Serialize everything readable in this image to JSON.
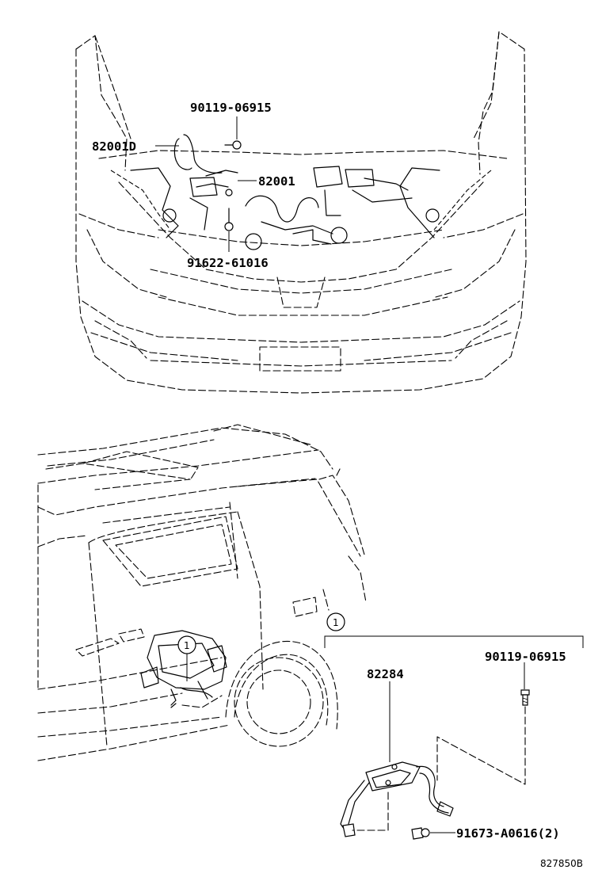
{
  "labels": {
    "p_90119_top": "90119-06915",
    "p_82001D": "82001D",
    "p_82001": "82001",
    "p_91622": "91622-61016",
    "p_82284": "82284",
    "p_90119_bottom": "90119-06915",
    "p_91673": "91673-A0616(2)",
    "callout_ref_1": "1",
    "callout_ref_2": "1",
    "diagram_code": "827850B"
  }
}
